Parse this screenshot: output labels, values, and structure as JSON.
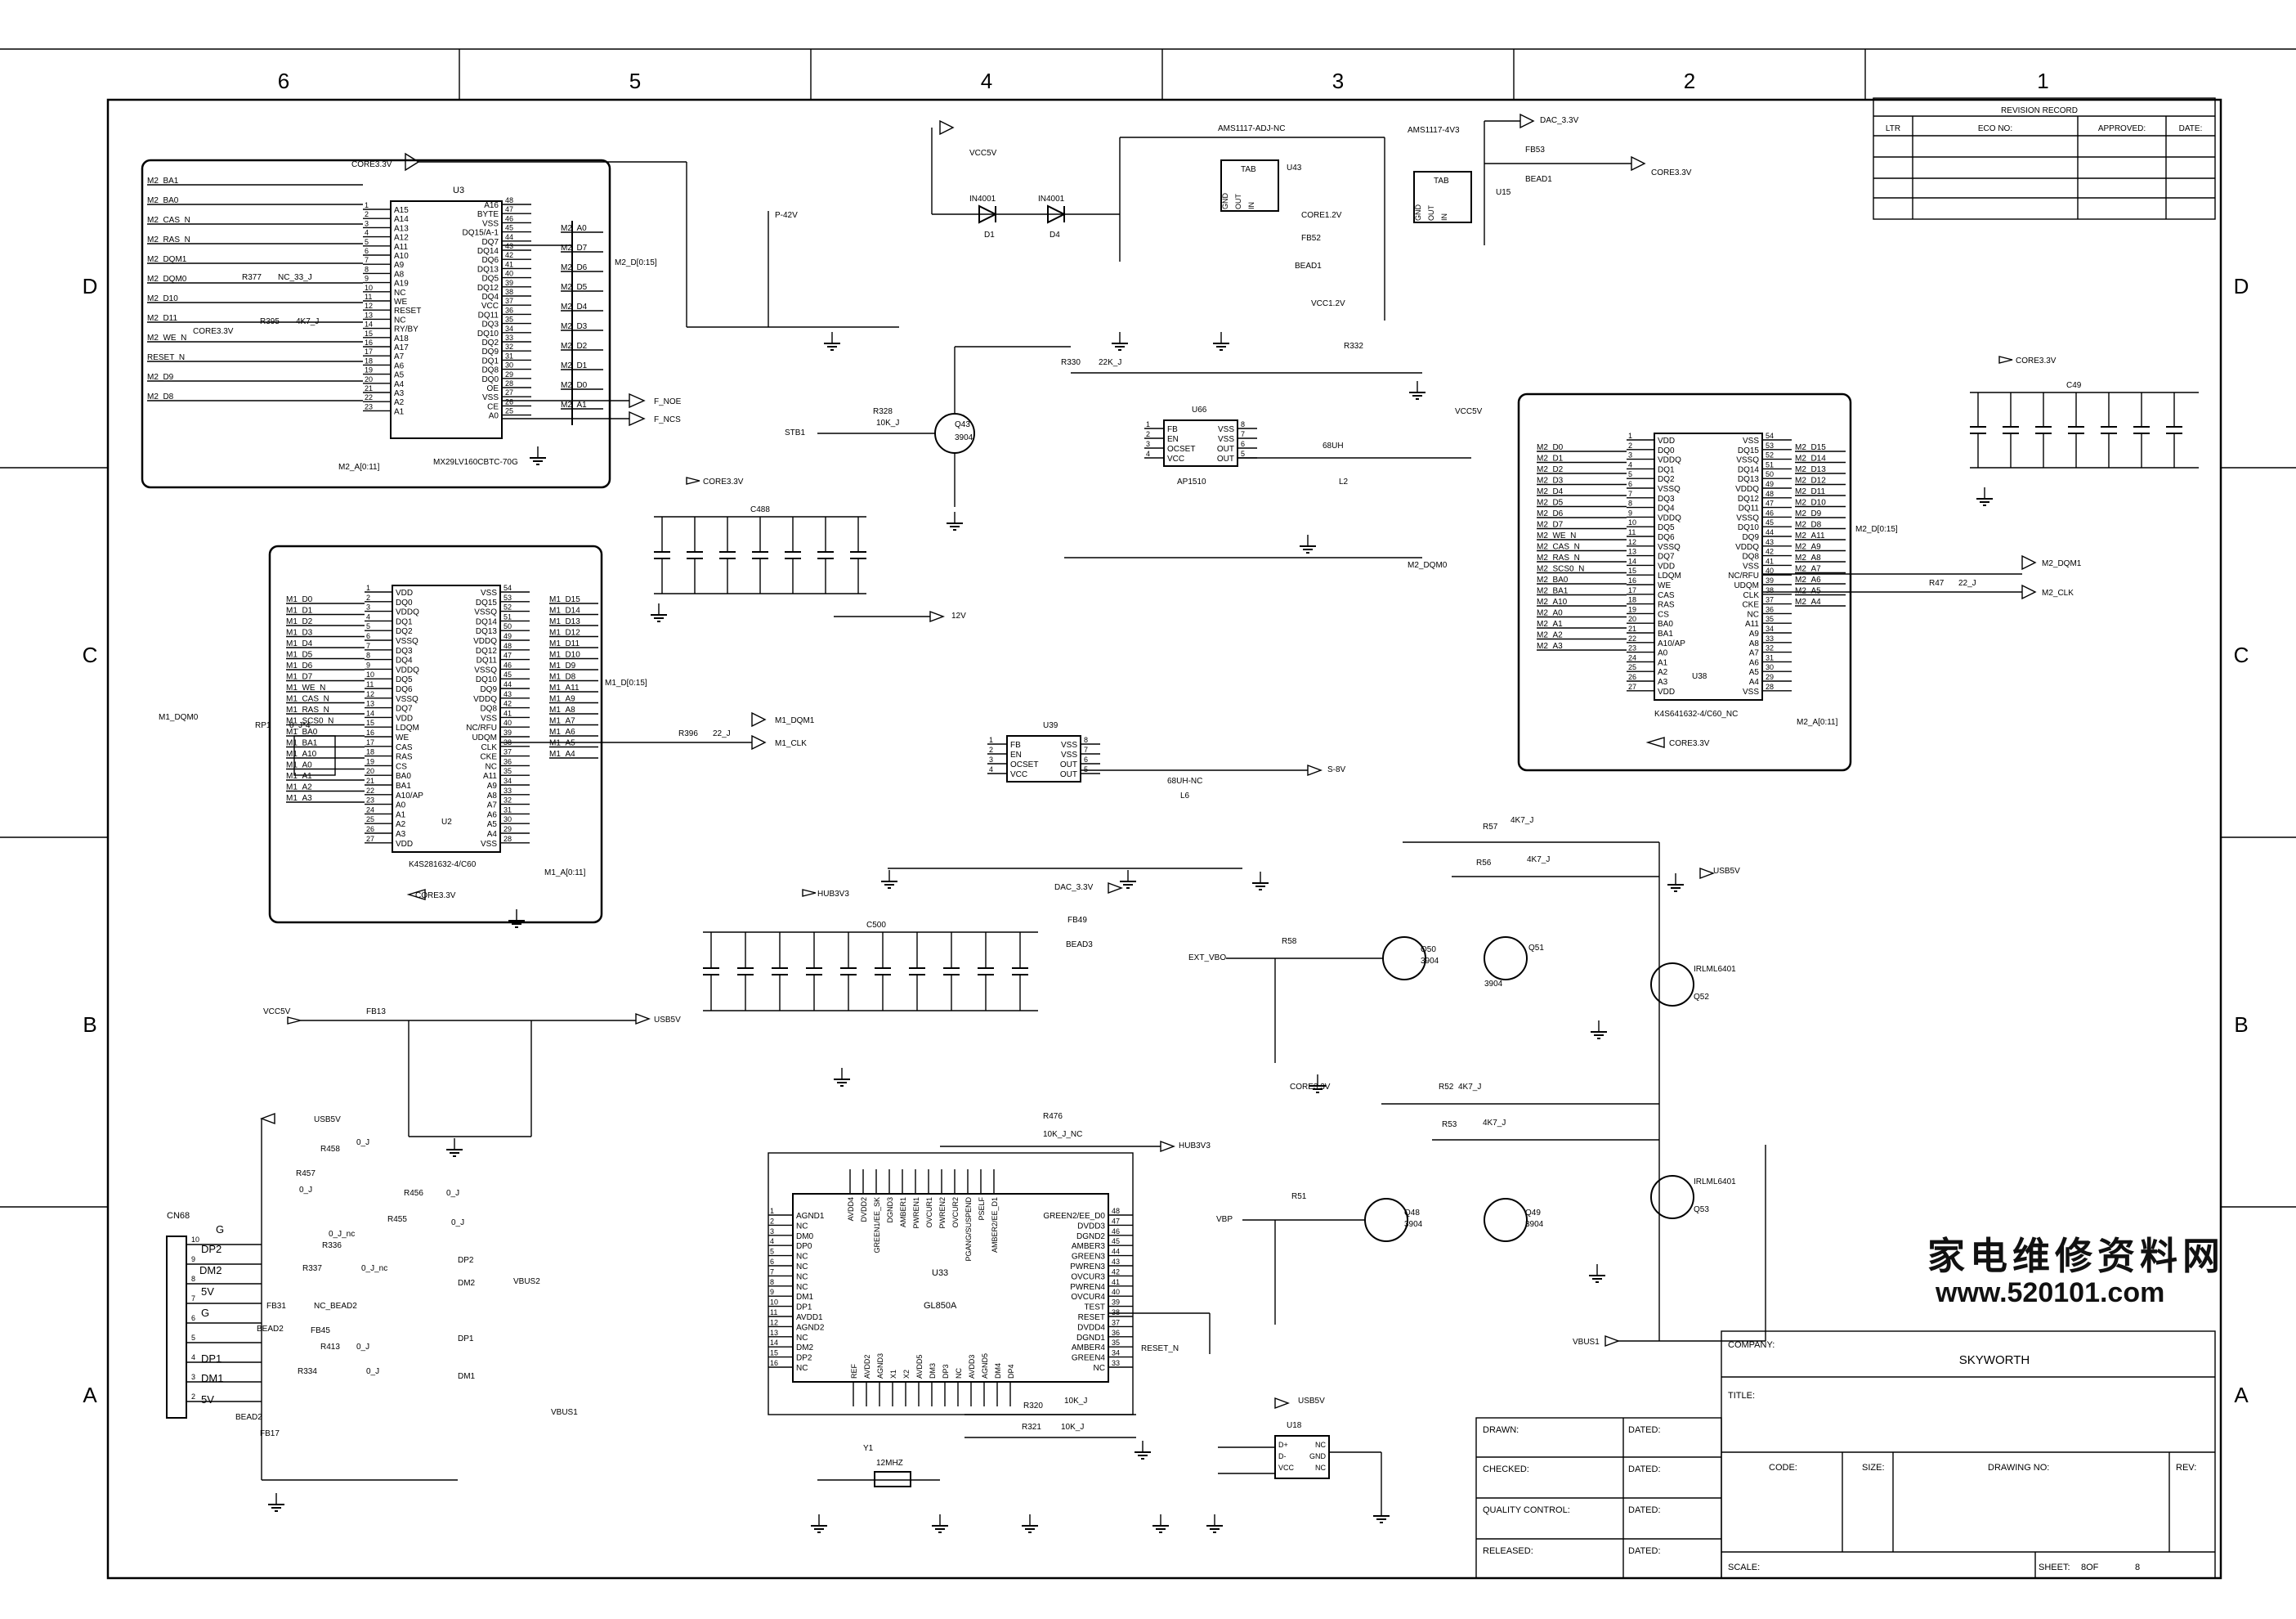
{
  "zones": [
    "6",
    "5",
    "4",
    "3",
    "2",
    "1"
  ],
  "rows": [
    "D",
    "C",
    "B",
    "A"
  ],
  "revision": {
    "title": "REVISION RECORD",
    "cols": [
      "LTR",
      "ECO NO:",
      "APPROVED:",
      "DATE:"
    ]
  },
  "title_block": {
    "company_label": "COMPANY:",
    "company": "SKYWORTH",
    "title_label": "TITLE:",
    "drawn": "DRAWN:",
    "checked": "CHECKED:",
    "quality": "QUALITY CONTROL:",
    "released": "RELEASED:",
    "dated": "DATED:",
    "code": "CODE:",
    "size": "SIZE:",
    "drawing_no": "DRAWING NO:",
    "rev": "REV:",
    "scale": "SCALE:",
    "sheet": "SHEET:",
    "sheet_of": "8OF",
    "sheet_total": "8"
  },
  "watermark": {
    "cn": "家电维修资料网",
    "url": "www.520101.com"
  },
  "chips": {
    "u3": {
      "ref": "U3",
      "part": "MX29LV160CBTC-70G"
    },
    "u2": {
      "ref": "U2",
      "part": "K4S281632-4/C60"
    },
    "u38": {
      "ref": "U38",
      "part": "K4S641632-4/C60_NC"
    },
    "u43": {
      "ref": "U43",
      "part": "AMS1117-ADJ-NC"
    },
    "u15": {
      "ref": "U15",
      "part": "AMS1117-4V3"
    },
    "u66": {
      "ref": "U66",
      "part": "AP1510"
    },
    "u39": {
      "ref": "U39"
    },
    "u33": {
      "ref": "U33",
      "part": "GL850A"
    },
    "u18": {
      "ref": "U18"
    },
    "cn68": {
      "ref": "CN68"
    }
  },
  "nets": {
    "core33": "CORE3.3V",
    "vcc5v": "VCC5V",
    "dac33": "DAC_3.3V",
    "core12": "CORE1.2V",
    "vcc12": "VCC1.2V",
    "p42": "P-42V",
    "v12": "12V",
    "s8v": "S-8V",
    "hub33": "HUB3V3",
    "usb5v": "USB5V",
    "ext_vbo": "EXT_VBO",
    "vbp": "VBP",
    "vbus1": "VBUS1",
    "vbus2": "VBUS2",
    "stb1": "STB1",
    "f_noe": "F_NOE",
    "f_ncs": "F_NCS",
    "m1_dqm0": "M1_DQM0",
    "m1_dqm1": "M1_DQM1",
    "m1_clk": "M1_CLK",
    "m2_dqm0": "M2_DQM0",
    "m2_dqm1": "M2_DQM1",
    "m2_clk": "M2_CLK",
    "m2_d_bus": "M2_D[0:15]",
    "m2_a_bus": "M2_A[0:11]",
    "m1_d_bus": "M1_D[0:15]",
    "m1_a_bus": "M1_A[0:11]",
    "reset_n": "RESET_N",
    "dp2": "DP2",
    "dm2": "DM2",
    "dp1": "DP1",
    "dm1": "DM1"
  },
  "parts": {
    "d1": "D1",
    "d1v": "IN4001",
    "d4": "D4",
    "d4v": "IN4001",
    "q43": "Q43",
    "q43v": "3904",
    "q50": "Q50",
    "q51": "Q51",
    "q48": "Q48",
    "q49": "Q49",
    "qv": "3904",
    "q52": "Q52",
    "q53": "Q53",
    "qpv": "IRLML6401",
    "fb52": "FB52",
    "fb53": "FB53",
    "fb13": "FB13",
    "fb49": "FB49",
    "bead1": "BEAD1",
    "bead3": "BEAD3",
    "l2": "L2",
    "l2v": "68UH",
    "l6": "L6",
    "l6v": "68UH-NC",
    "r330": "R330",
    "r330v": "22K_J",
    "r332": "R332",
    "r328": "R328",
    "r328v": "10K_J",
    "r396": "R396",
    "r396v": "22_J",
    "r47": "R47",
    "r47v": "22_J",
    "r57": "R57",
    "r56": "R56",
    "r52": "R52",
    "r53": "R53",
    "r4k7": "4K7_J",
    "r58": "R58",
    "r51": "R51",
    "r476": "R476",
    "r476v": "10K_J_NC",
    "r458": "R458",
    "r457": "R457",
    "r456": "R456",
    "r455": "R455",
    "r336": "R336",
    "r337": "R337",
    "r413": "R413",
    "r334": "R334",
    "r320": "R320",
    "r321": "R321",
    "r10k": "10K_J",
    "y1": "Y1",
    "y1v": "12MHZ",
    "c49": "C49",
    "c488": "C488",
    "c500": "C500",
    "fb31": "FB31",
    "fb45": "FB45",
    "fb17": "FB17",
    "bead2": "BEAD2",
    "nc_bead2": "NC_BEAD2",
    "cn_g": "G",
    "cn_5v": "5V",
    "zero_j": "0_J",
    "zero_j_nc": "0_J_nc",
    "rp1": "RP1",
    "rp1v": "0_J*4",
    "r377": "R377",
    "r377v": "NC_33_J",
    "r395": "R395",
    "r395v": "4K7_J"
  },
  "u3_left": [
    "A15",
    "A14",
    "A13",
    "A12",
    "A11",
    "A10",
    "A9",
    "A8",
    "A19",
    "NC",
    "WE",
    "RESET",
    "NC",
    "RY/BY",
    "A18",
    "A17",
    "A7",
    "A6",
    "A5",
    "A4",
    "A3",
    "A2",
    "A1"
  ],
  "u3_right": [
    "A16",
    "BYTE",
    "VSS",
    "DQ15/A-1",
    "DQ7",
    "DQ14",
    "DQ6",
    "DQ13",
    "DQ5",
    "DQ12",
    "DQ4",
    "VCC",
    "DQ11",
    "DQ3",
    "DQ10",
    "DQ2",
    "DQ9",
    "DQ1",
    "DQ8",
    "DQ0",
    "OE",
    "VSS",
    "CE",
    "A0"
  ],
  "u3_nets_left": [
    "M2_BA1",
    "M2_BA0",
    "M2_CAS_N",
    "M2_RAS_N",
    "M2_DQM1",
    "M2_DQM0",
    "M2_D10",
    "M2_D11",
    "M2_WE_N",
    "RESET_N",
    "M2_D9",
    "M2_D8"
  ],
  "u3_nets_right": [
    "M2_A0",
    "M2_D7",
    "M2_D6",
    "M2_D5",
    "M2_D4",
    "M2_D3",
    "M2_D2",
    "M2_D1",
    "M2_D0",
    "M2_A1"
  ],
  "sdram_left": [
    "VDD",
    "DQ0",
    "VDDQ",
    "DQ1",
    "DQ2",
    "VSSQ",
    "DQ3",
    "DQ4",
    "VDDQ",
    "DQ5",
    "DQ6",
    "VSSQ",
    "DQ7",
    "VDD",
    "LDQM",
    "WE",
    "CAS",
    "RAS",
    "CS",
    "BA0",
    "BA1",
    "A10/AP",
    "A0",
    "A1",
    "A2",
    "A3",
    "VDD"
  ],
  "sdram_right": [
    "VSS",
    "DQ15",
    "VSSQ",
    "DQ14",
    "DQ13",
    "VDDQ",
    "DQ12",
    "DQ11",
    "VSSQ",
    "DQ10",
    "DQ9",
    "VDDQ",
    "DQ8",
    "VSS",
    "NC/RFU",
    "UDQM",
    "CLK",
    "CKE",
    "NC",
    "A11",
    "A9",
    "A8",
    "A7",
    "A6",
    "A5",
    "A4",
    "VSS"
  ],
  "u2_nets_left": [
    "M1_D0",
    "M1_D1",
    "M1_D2",
    "M1_D3",
    "M1_D4",
    "M1_D5",
    "M1_D6",
    "M1_D7",
    "M1_WE_N",
    "M1_CAS_N",
    "M1_RAS_N",
    "M1_SCS0_N",
    "M1_BA0",
    "M1_BA1",
    "M1_A10",
    "M1_A0",
    "M1_A1",
    "M1_A2",
    "M1_A3"
  ],
  "u2_nets_right": [
    "M1_D15",
    "M1_D14",
    "M1_D13",
    "M1_D12",
    "M1_D11",
    "M1_D10",
    "M1_D9",
    "M1_D8",
    "M1_A11",
    "M1_A9",
    "M1_A8",
    "M1_A7",
    "M1_A6",
    "M1_A5",
    "M1_A4"
  ],
  "u38_nets_left": [
    "M2_D0",
    "M2_D1",
    "M2_D2",
    "M2_D3",
    "M2_D4",
    "M2_D5",
    "M2_D6",
    "M2_D7",
    "M2_WE_N",
    "M2_CAS_N",
    "M2_RAS_N",
    "M2_SCS0_N",
    "M2_BA0",
    "M2_BA1",
    "M2_A10",
    "M2_A0",
    "M2_A1",
    "M2_A2",
    "M2_A3"
  ],
  "u38_nets_right": [
    "M2_D15",
    "M2_D14",
    "M2_D13",
    "M2_D12",
    "M2_D11",
    "M2_D10",
    "M2_D9",
    "M2_D8",
    "M2_A11",
    "M2_A9",
    "M2_A8",
    "M2_A7",
    "M2_A6",
    "M2_A5",
    "M2_A4"
  ],
  "u33_left": [
    "AGND1",
    "NC",
    "DM0",
    "DP0",
    "NC",
    "NC",
    "NC",
    "NC",
    "DM1",
    "DP1",
    "AVDD1",
    "AGND2",
    "NC",
    "DM2",
    "DP2",
    "NC"
  ],
  "u33_right": [
    "GREEN2/EE_D0",
    "DVDD3",
    "DGND2",
    "AMBER3",
    "GREEN3",
    "PWREN3",
    "OVCUR3",
    "PWREN4",
    "OVCUR4",
    "TEST",
    "RESET",
    "DVDD4",
    "DGND1",
    "AMBER4",
    "GREEN4",
    "NC"
  ],
  "u33_top": [
    "AVDD4",
    "DVDD2",
    "GREEN1/EE_SK",
    "DGND3",
    "AMBER1",
    "PWREN1",
    "OVCUR1",
    "PWREN2",
    "OVCUR2",
    "PGANG/SUSPEND",
    "PSELF",
    "AMBER2/EE_D1"
  ],
  "u33_bottom": [
    "REF",
    "AVDD2",
    "AGND3",
    "X1",
    "X2",
    "AVDD5",
    "DM3",
    "DP3",
    "NC",
    "AVDD3",
    "AGND5",
    "DM4",
    "DP4"
  ],
  "u18_pins": [
    "D+",
    "D-",
    "VCC",
    "NC",
    "GND",
    "NC"
  ],
  "u66_left": [
    "FB",
    "EN",
    "OCSET",
    "VCC"
  ],
  "u66_right": [
    "VSS",
    "VSS",
    "OUT",
    "OUT"
  ],
  "reg_pins": [
    "TAB",
    "GND",
    "OUT",
    "IN"
  ]
}
